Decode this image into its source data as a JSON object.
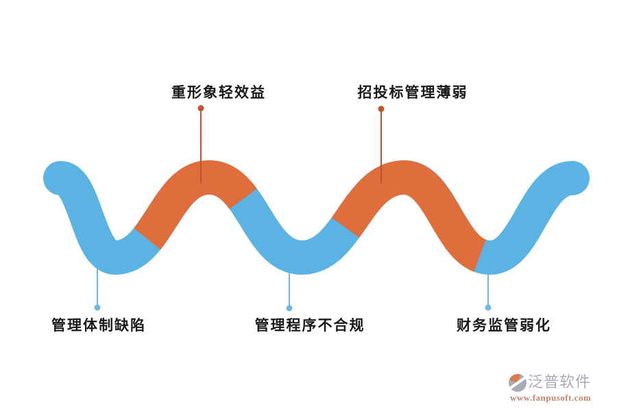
{
  "diagram": {
    "title": "",
    "top_labels": [
      {
        "text": "重形象轻效益"
      },
      {
        "text": "招投标管理薄弱"
      }
    ],
    "bottom_labels": [
      {
        "text": "管理体制缺陷"
      },
      {
        "text": "管理程序不合规"
      },
      {
        "text": "财务监管弱化"
      }
    ]
  },
  "colors": {
    "wave_blue": "#5BB3E3",
    "wave_orange": "#E06E3C",
    "leader_red": "#C1532C",
    "leader_blue": "#6CB9E6",
    "label_text": "#1A1A1A",
    "logo_gray": "#A8AAB8",
    "logo_orange": "#E0784E",
    "url_text": "#C8826E"
  },
  "watermark": {
    "brand": "泛普软件",
    "url": "www.fanpusoft.com",
    "icon": "fanpu-logo-icon"
  }
}
